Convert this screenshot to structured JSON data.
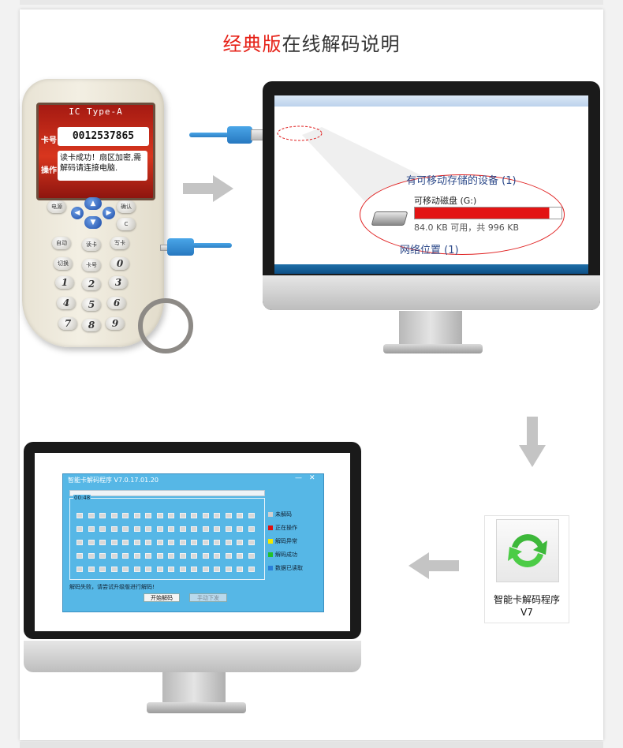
{
  "title": {
    "red": "经典版",
    "rest": "在线解码说明"
  },
  "device": {
    "header": "IC Type-A",
    "card_label": "卡号",
    "card_number": "0012537865",
    "op_label": "操作",
    "message": "读卡成功！扇区加密,需解码请连接电脑.",
    "keys": {
      "power": "电源",
      "confirm": "确认",
      "auto": "自动",
      "read": "读卡",
      "write": "写卡",
      "switch": "切换",
      "card": "卡号",
      "clear": "C",
      "n1": "1",
      "n2": "2",
      "n3": "3",
      "n4": "4",
      "n5": "5",
      "n6": "6",
      "n7": "7",
      "n8": "8",
      "n9": "9",
      "n0": "0"
    }
  },
  "explorer_zoom": {
    "section_header": "有可移动存储的设备 (1)",
    "drive_name": "可移动磁盘 (G:)",
    "drive_usage": 0.9157,
    "drive_size": "84.0 KB 可用，共 996 KB",
    "location_header": "网络位置 (1)"
  },
  "decoder": {
    "window_title": "智能卡解码程序 V7.0.17.01.20",
    "timer": "00:48",
    "legend": [
      {
        "label": "未解码",
        "color": "#d0d0d0"
      },
      {
        "label": "正在操作",
        "color": "#e01010"
      },
      {
        "label": "解码异常",
        "color": "#f3e800"
      },
      {
        "label": "解码成功",
        "color": "#22c02a"
      },
      {
        "label": "数据已读取",
        "color": "#2a7fd8"
      }
    ],
    "status": "解码失败，请尝试升级版进行解码!",
    "start_button": "开始解码",
    "manual_button": "手动下发"
  },
  "program": {
    "line1": "智能卡解码程序",
    "line2": "V7"
  }
}
